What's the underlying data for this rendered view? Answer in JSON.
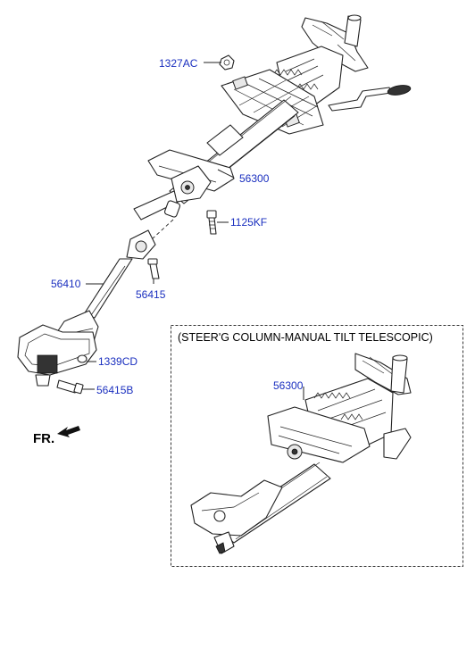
{
  "labels": {
    "p1327AC": "1327AC",
    "p56300_top": "56300",
    "p1125KF": "1125KF",
    "p56410": "56410",
    "p56415": "56415",
    "p1339CD": "1339CD",
    "p56415B": "56415B",
    "p56300_inset": "56300"
  },
  "direction": {
    "text": "FR."
  },
  "inset": {
    "title": "(STEER'G COLUMN-MANUAL TILT  TELESCOPIC)"
  },
  "colors": {
    "part_number": "#1a2fbf",
    "line": "#222222",
    "background": "#ffffff"
  }
}
